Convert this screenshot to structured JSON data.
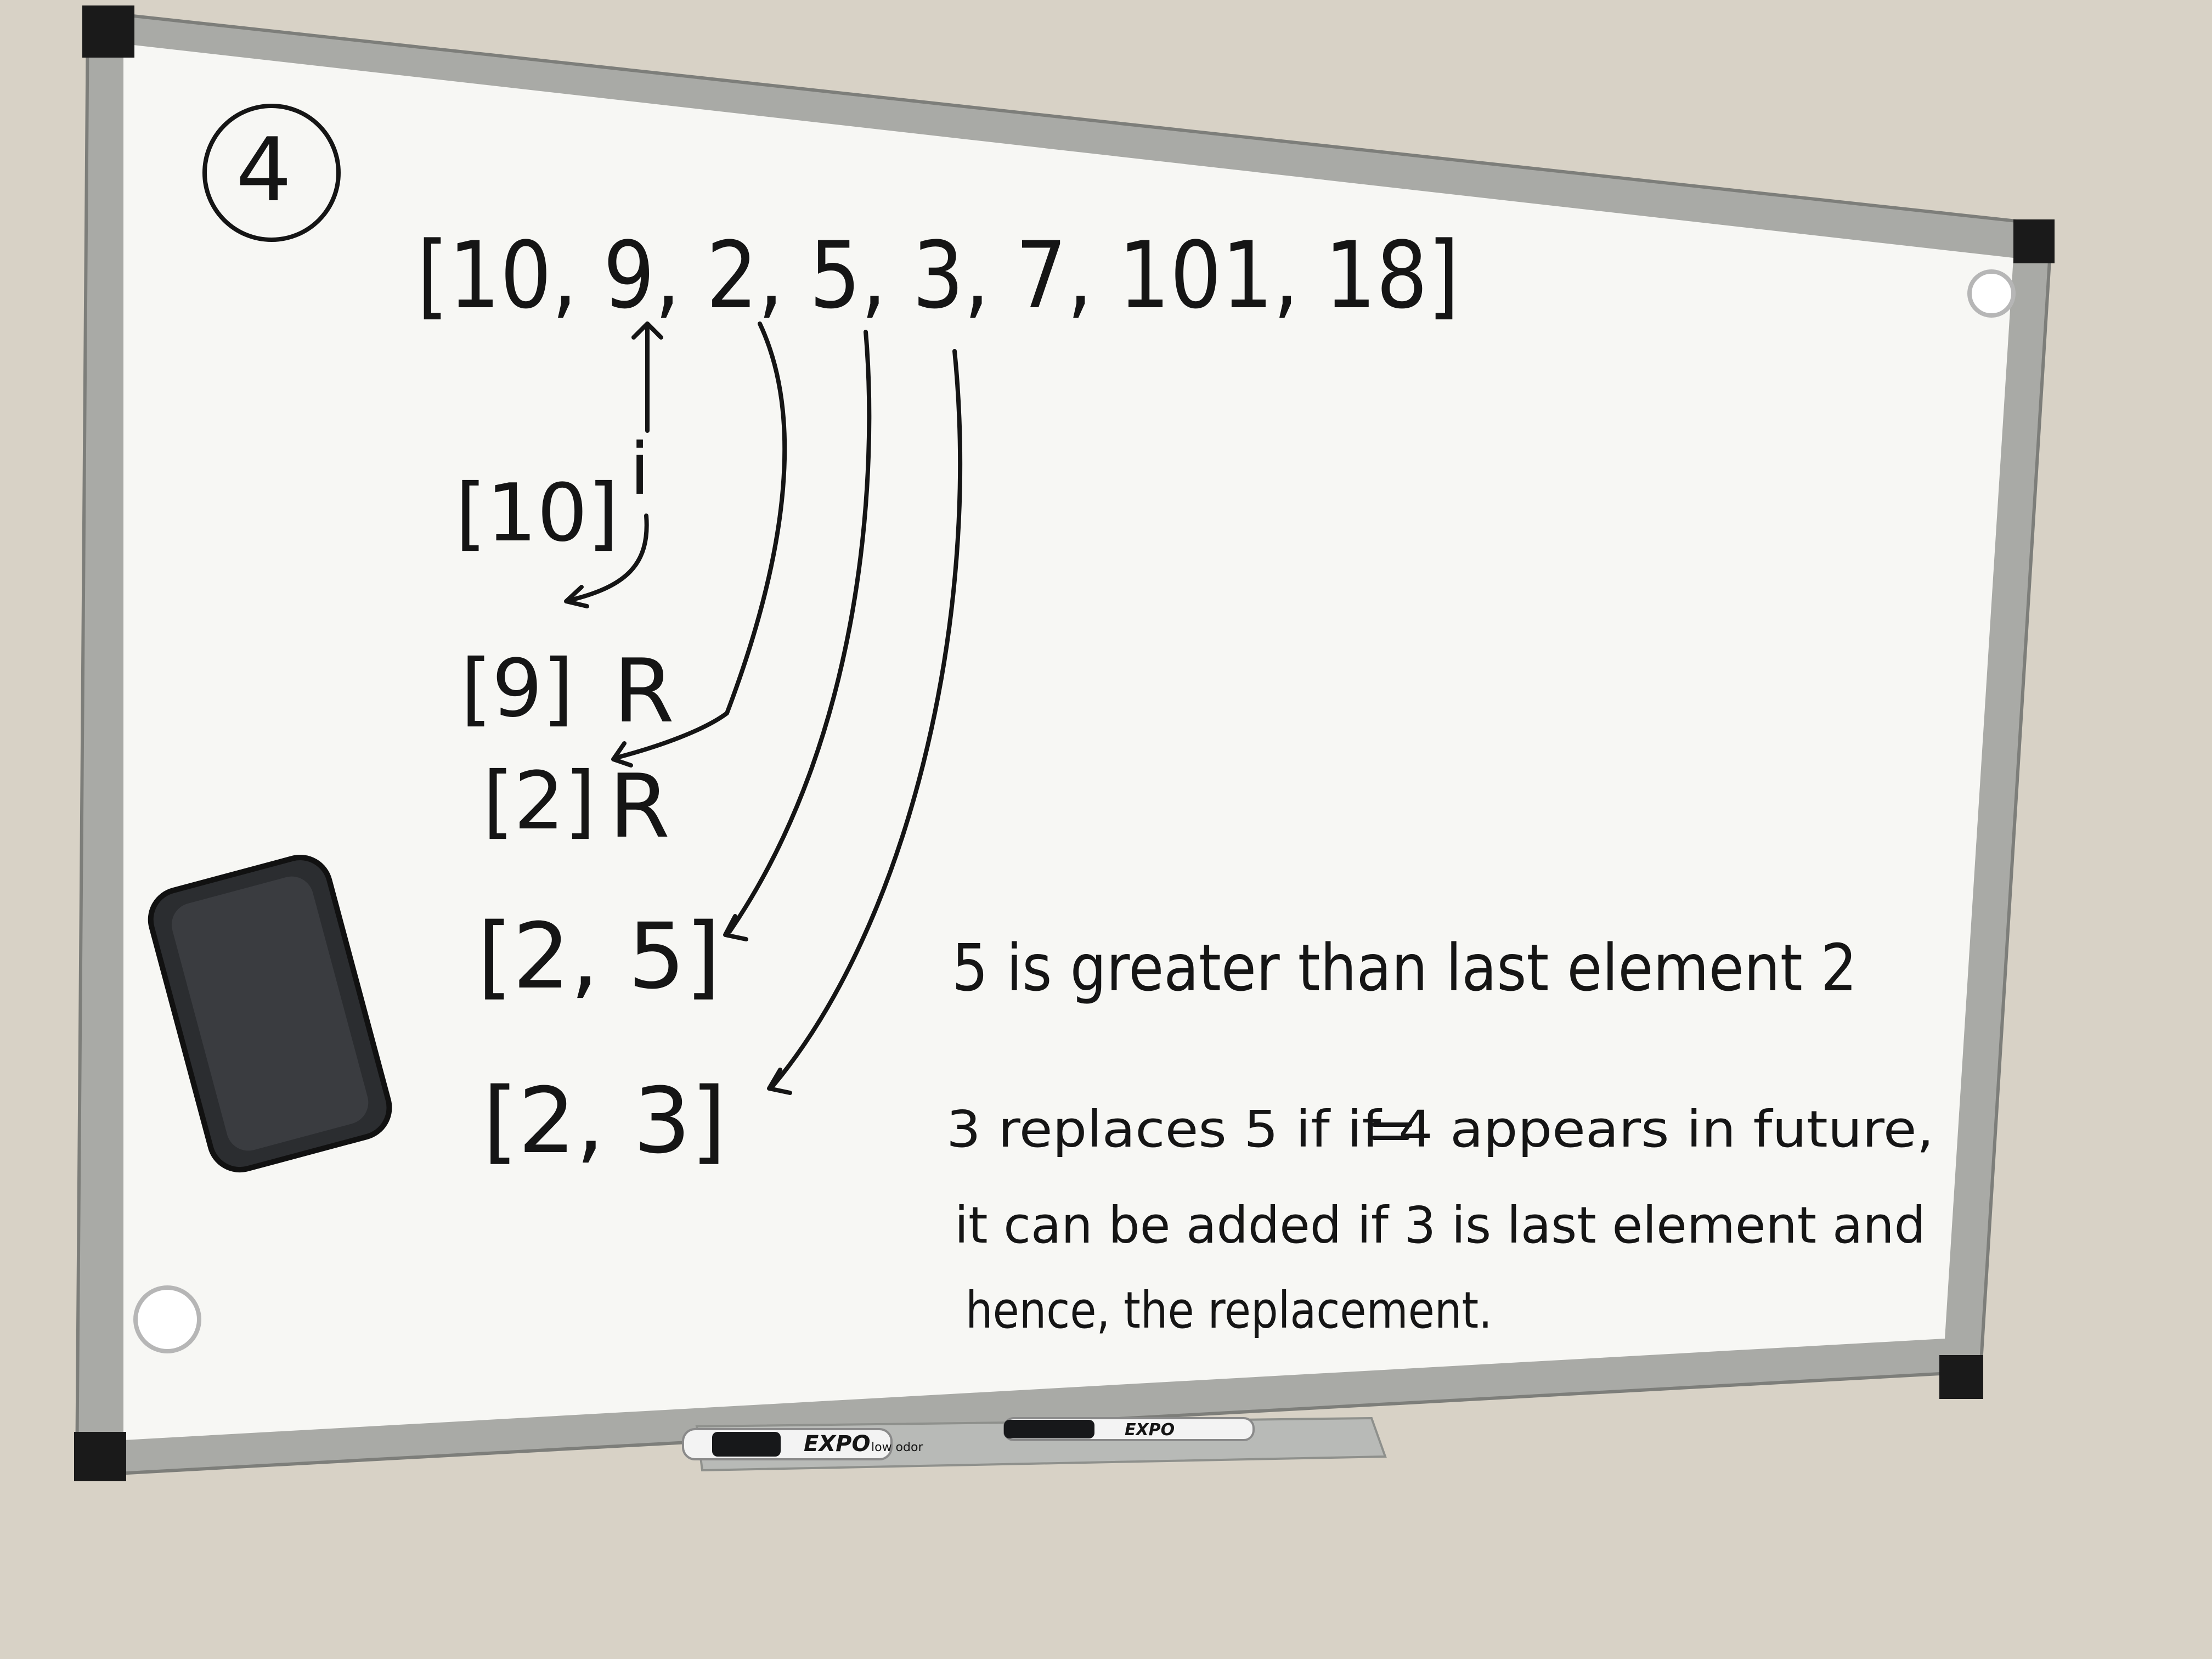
{
  "whiteboard": {
    "step_label": "4",
    "array_line": "[10, 9, 2, 5, 3, 7, 101, 18]",
    "pointer_mark": "i",
    "stages": [
      {
        "value": "[10]",
        "mark": ""
      },
      {
        "value": "[9]",
        "mark": "R"
      },
      {
        "value": "[2]",
        "mark": "R"
      },
      {
        "value": "[2, 5]",
        "mark": ""
      },
      {
        "value": "[2, 3]",
        "mark": ""
      }
    ],
    "notes": [
      "5 is greater than last element 2",
      "3 replaces 5 if if 4 appears in future,",
      "it can be added if 3 is last element and",
      "hence, the replacement."
    ]
  },
  "eraser": {
    "label": ""
  },
  "markers": [
    {
      "brand": "EXPO",
      "sub_label": "low odor"
    },
    {
      "brand": "EXPO",
      "sub_label": ""
    }
  ],
  "colors": {
    "ink": "#151515",
    "board": "#f7f7f4",
    "frame": "#a9aaa6",
    "wall": "#d8d2c6"
  }
}
